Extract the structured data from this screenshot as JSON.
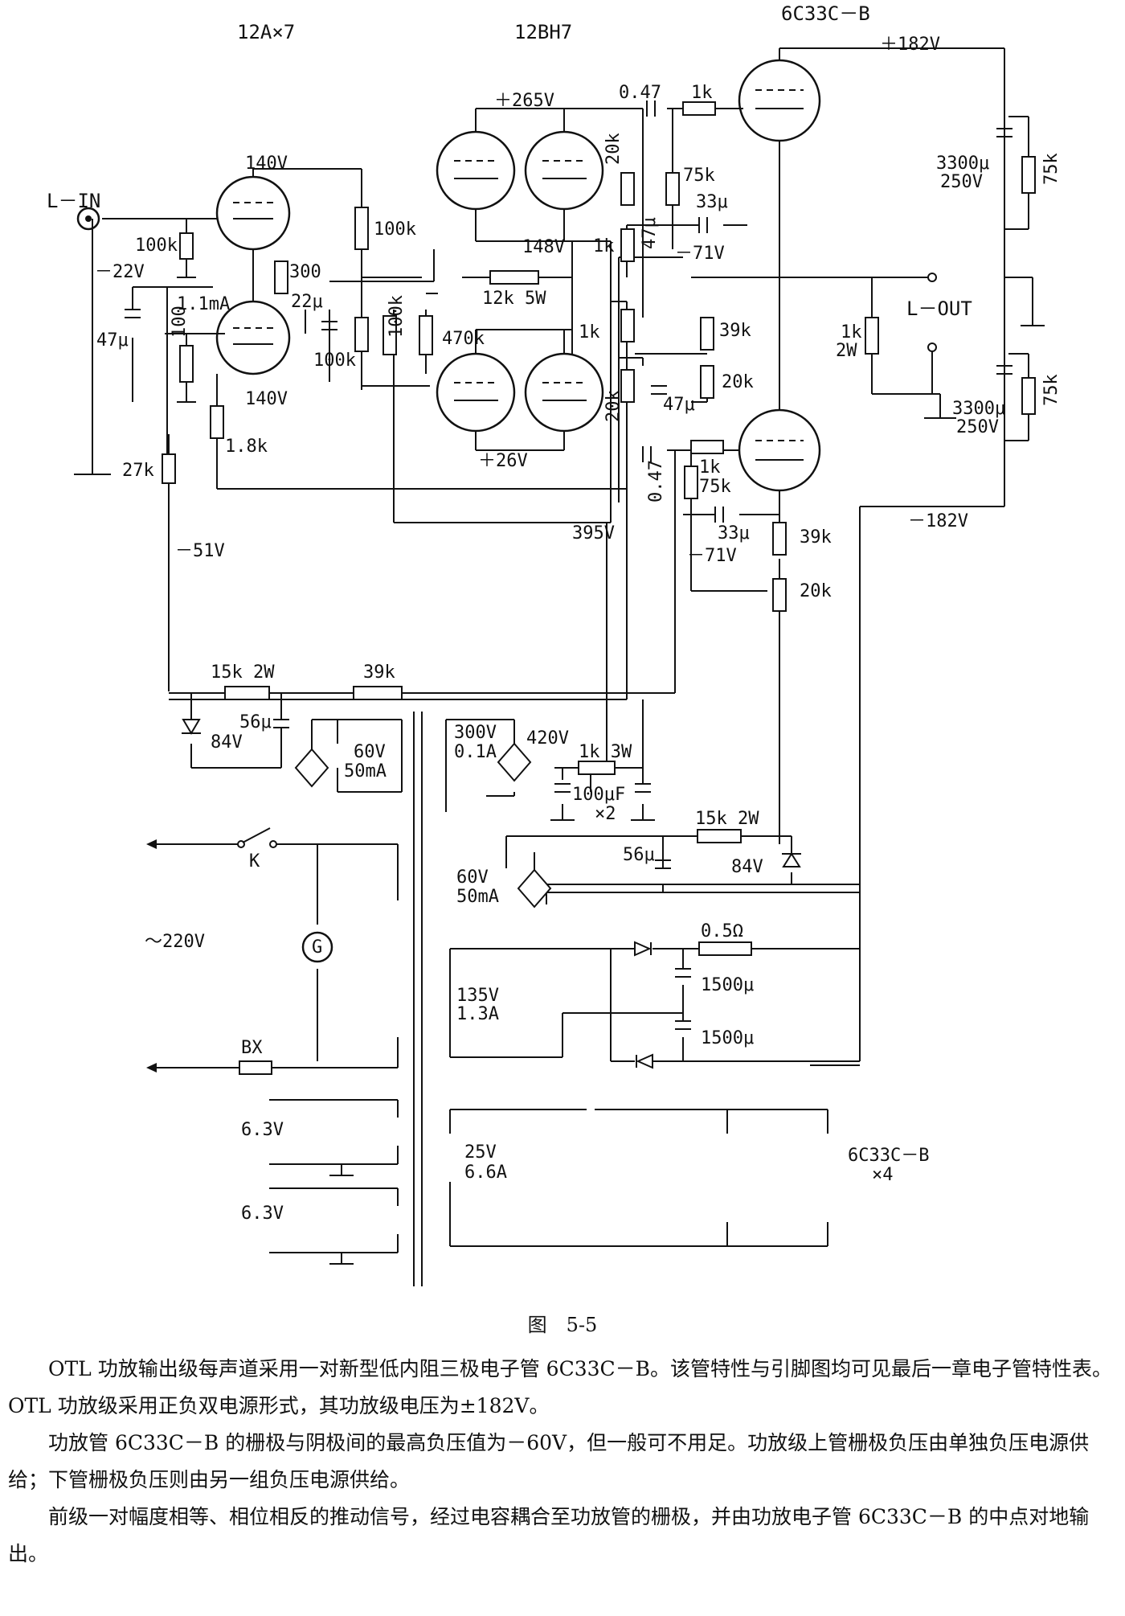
{
  "tube_labels": {
    "input_tube": "12A×7",
    "driver_tube": "12BH7",
    "output_tube": "6C33C－B"
  },
  "terminals": {
    "input": "L－IN",
    "output": "L－OUT"
  },
  "voltages": {
    "plus_182": "＋182V",
    "minus_182": "－182V",
    "plus_265": "＋265V",
    "v140_top": "140V",
    "v140_bot": "140V",
    "minus_22": "－22V",
    "v148": "148V",
    "minus_71_top": "－71V",
    "minus_71_bot": "－71V",
    "plus_26": "＋26V",
    "v395": "395V",
    "minus_51": "－51V",
    "current_1_1": "1.1mA"
  },
  "components": {
    "c047_top": "0.47",
    "r1k_top": "1k",
    "r20k_a": "20k",
    "r75k_a": "75k",
    "c33u_a": "33μ",
    "r1k_pot_a": "1k",
    "c47u_a": "47μ",
    "c3300_top": "3300μ",
    "v250_top": "250V",
    "r75k_top_right": "75k",
    "r100k_in": "100k",
    "r100k_mid": "100k",
    "r300": "300",
    "c22u": "22μ",
    "r100k_low": "100k",
    "r100k_vert": "100k",
    "r470k": "470k",
    "r12k5w": "12k 5W",
    "r1k_mid": "1k",
    "c47u_in": "47μ",
    "r100": "100",
    "r1k8": "1.8k",
    "r27k": "27k",
    "r39k_a": "39k",
    "r20k_pot_a": "20k",
    "c47u_b": "47μ",
    "r1k_2w": "1k",
    "r2w": "2W",
    "c3300_bot": "3300μ",
    "v250_bot": "250V",
    "r75k_bot_right": "75k",
    "r20k_b": "20k",
    "c047_bot": "0.47",
    "r1k_b": "1k",
    "r75k_b": "75k",
    "c33u_b": "33μ",
    "r39k_b": "39k",
    "r20k_pot_b": "20k",
    "r15k2w_a": "15k 2W",
    "r39k_c": "39k",
    "c56u_a": "56μ",
    "z84v_a": "84V",
    "w60v_a": "60V",
    "w50ma_a": "50mA",
    "w300v": "300V",
    "w01a": "0.1A",
    "v420": "420V",
    "r1k3w": "1k 3W",
    "c100uf": "100μF",
    "x2": "×2",
    "r15k2w_b": "15k 2W",
    "c56u_b": "56μ",
    "z84v_b": "84V",
    "w60v_b": "60V",
    "w50ma_b": "50mA",
    "r05ohm": "0.5Ω",
    "c1500_a": "1500μ",
    "c1500_b": "1500μ",
    "w135v": "135V",
    "w13a": "1.3A",
    "switch_k": "K",
    "mains": "～220V",
    "lamp_g": "G",
    "fuse_bx": "BX",
    "w63v_a": "6.3V",
    "w63v_b": "6.3V",
    "w25v": "25V",
    "w66a": "6.6A",
    "heater_tube": "6C33C－B",
    "heater_x4": "×4"
  },
  "caption": "图　5-5",
  "paragraphs": [
    "OTL 功放输出级每声道采用一对新型低内阻三极电子管 6C33C－B。该管特性与引脚图均可见最后一章电子管特性表。OTL 功放级采用正负双电源形式，其功放级电压为±182V。",
    "功放管 6C33C－B 的栅极与阴极间的最高负压值为－60V，但一般可不用足。功放级上管栅极负压由单独负压电源供给；下管栅极负压则由另一组负压电源供给。",
    "前级一对幅度相等、相位相反的推动信号，经过电容耦合至功放管的栅极，并由功放电子管 6C33C－B 的中点对地输出。"
  ]
}
